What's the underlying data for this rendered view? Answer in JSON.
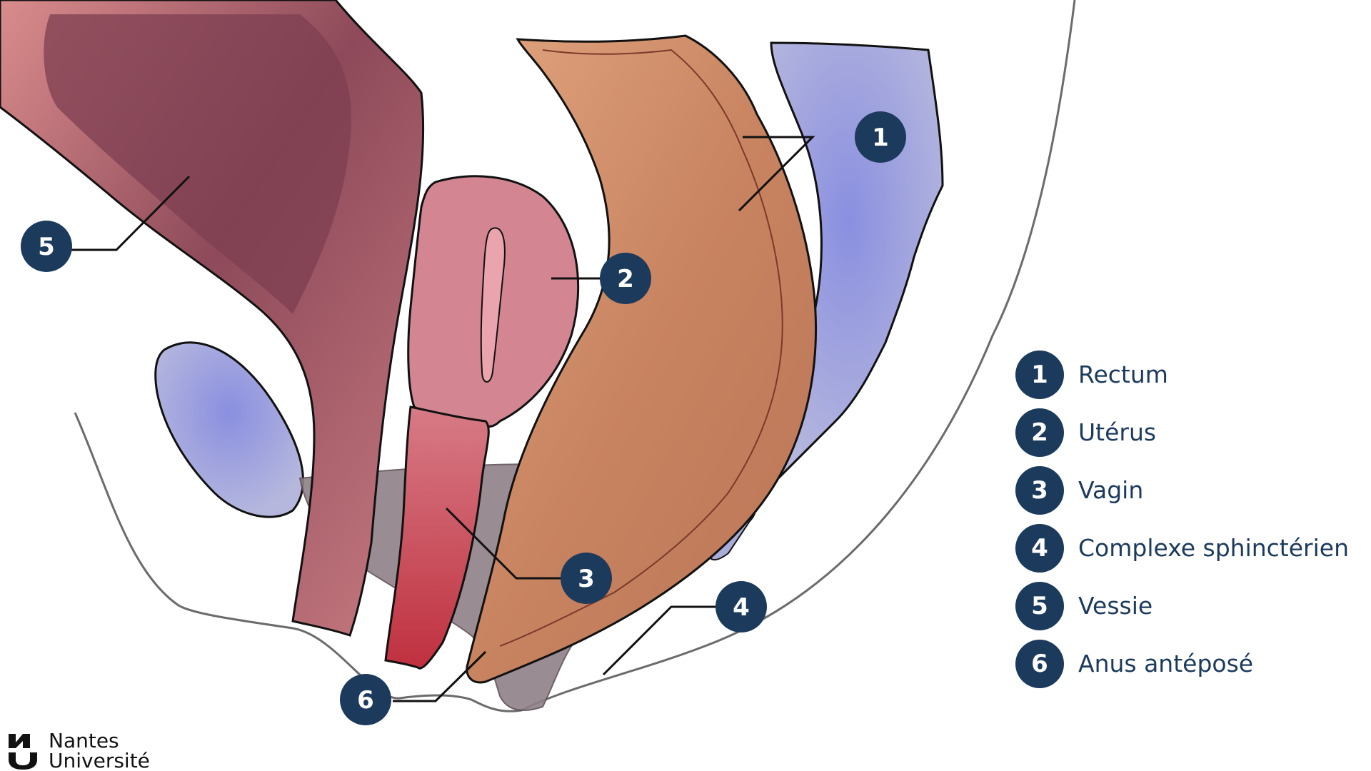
{
  "figure": {
    "callouts": [
      {
        "number": "1",
        "target": "Rectum"
      },
      {
        "number": "2",
        "target": "Utérus"
      },
      {
        "number": "3",
        "target": "Vagin"
      },
      {
        "number": "4",
        "target": "Complexe sphinctérien"
      },
      {
        "number": "5",
        "target": "Vessie"
      },
      {
        "number": "6",
        "target": "Anus antéposé"
      }
    ],
    "colors": {
      "badge": "#1b3a5c",
      "bladder": "#a05a6c",
      "uterus": "#d78a9a",
      "vagina": "#c8485c",
      "rectum": "#c98766",
      "bone": "#9a9ed6",
      "muscle": "#8a7a82"
    }
  },
  "legend": {
    "items": [
      {
        "number": "1",
        "label": "Rectum"
      },
      {
        "number": "2",
        "label": "Utérus"
      },
      {
        "number": "3",
        "label": "Vagin"
      },
      {
        "number": "4",
        "label": "Complexe sphinctérien"
      },
      {
        "number": "5",
        "label": "Vessie"
      },
      {
        "number": "6",
        "label": "Anus antéposé"
      }
    ]
  },
  "logo": {
    "line1": "Nantes",
    "line2": "Université"
  }
}
